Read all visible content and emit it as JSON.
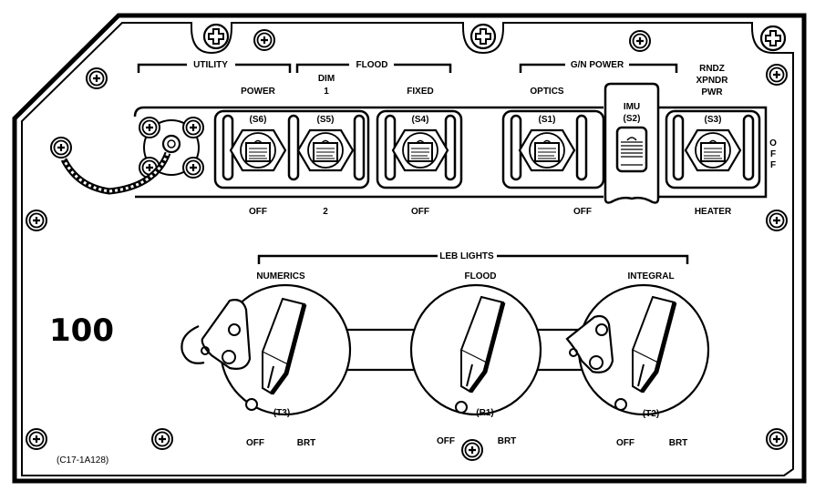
{
  "panel": {
    "number": "100",
    "reference": "(C17-1A128)",
    "colors": {
      "ink": "#000000",
      "paper": "#ffffff"
    }
  },
  "groups": {
    "utility": "UTILITY",
    "flood": "FLOOD",
    "gn_power": "G/N POWER",
    "leb_lights": "LEB LIGHTS"
  },
  "switches": [
    {
      "id": "(S6)",
      "top_label": "POWER",
      "top_label2": "",
      "bottom_label": "OFF"
    },
    {
      "id": "(S5)",
      "top_label": "DIM",
      "top_label2": "1",
      "bottom_label": "2"
    },
    {
      "id": "(S4)",
      "top_label": "FIXED",
      "top_label2": "",
      "bottom_label": "OFF"
    },
    {
      "id": "(S1)",
      "top_label": "OPTICS",
      "top_label2": "",
      "bottom_label": "OFF"
    },
    {
      "id": "(S2)",
      "top_label": "IMU",
      "top_label2": "",
      "bottom_label": ""
    },
    {
      "id": "(S3)",
      "top_label": "RNDZ",
      "top_label2": "XPNDR",
      "top_label3": "PWR",
      "bottom_label": "HEATER",
      "side_label": [
        "O",
        "F",
        "F"
      ]
    }
  ],
  "rotary_knobs": [
    {
      "id": "(T3)",
      "label": "NUMERICS",
      "min_label": "OFF",
      "max_label": "BRT"
    },
    {
      "id": "(R1)",
      "label": "FLOOD",
      "min_label": "OFF",
      "max_label": "BRT"
    },
    {
      "id": "(T2)",
      "label": "INTEGRAL",
      "min_label": "OFF",
      "max_label": "BRT"
    }
  ]
}
